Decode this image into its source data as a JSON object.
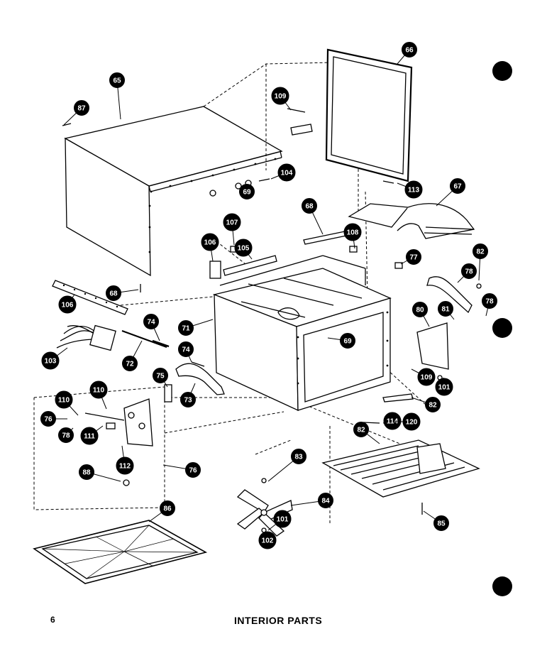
{
  "footer": {
    "page_number": "6",
    "title": "INTERIOR PARTS"
  },
  "callouts": [
    "65",
    "66",
    "67",
    "68",
    "68",
    "69",
    "69",
    "71",
    "72",
    "73",
    "74",
    "74",
    "75",
    "76",
    "76",
    "77",
    "78",
    "78",
    "78",
    "80",
    "81",
    "82",
    "82",
    "82",
    "83",
    "84",
    "85",
    "86",
    "87",
    "88",
    "101",
    "101",
    "102",
    "103",
    "104",
    "105",
    "106",
    "106",
    "107",
    "108",
    "109",
    "109",
    "110",
    "110",
    "111",
    "112",
    "113",
    "114",
    "120"
  ],
  "colors": {
    "ink": "#000000",
    "paper": "#ffffff"
  }
}
